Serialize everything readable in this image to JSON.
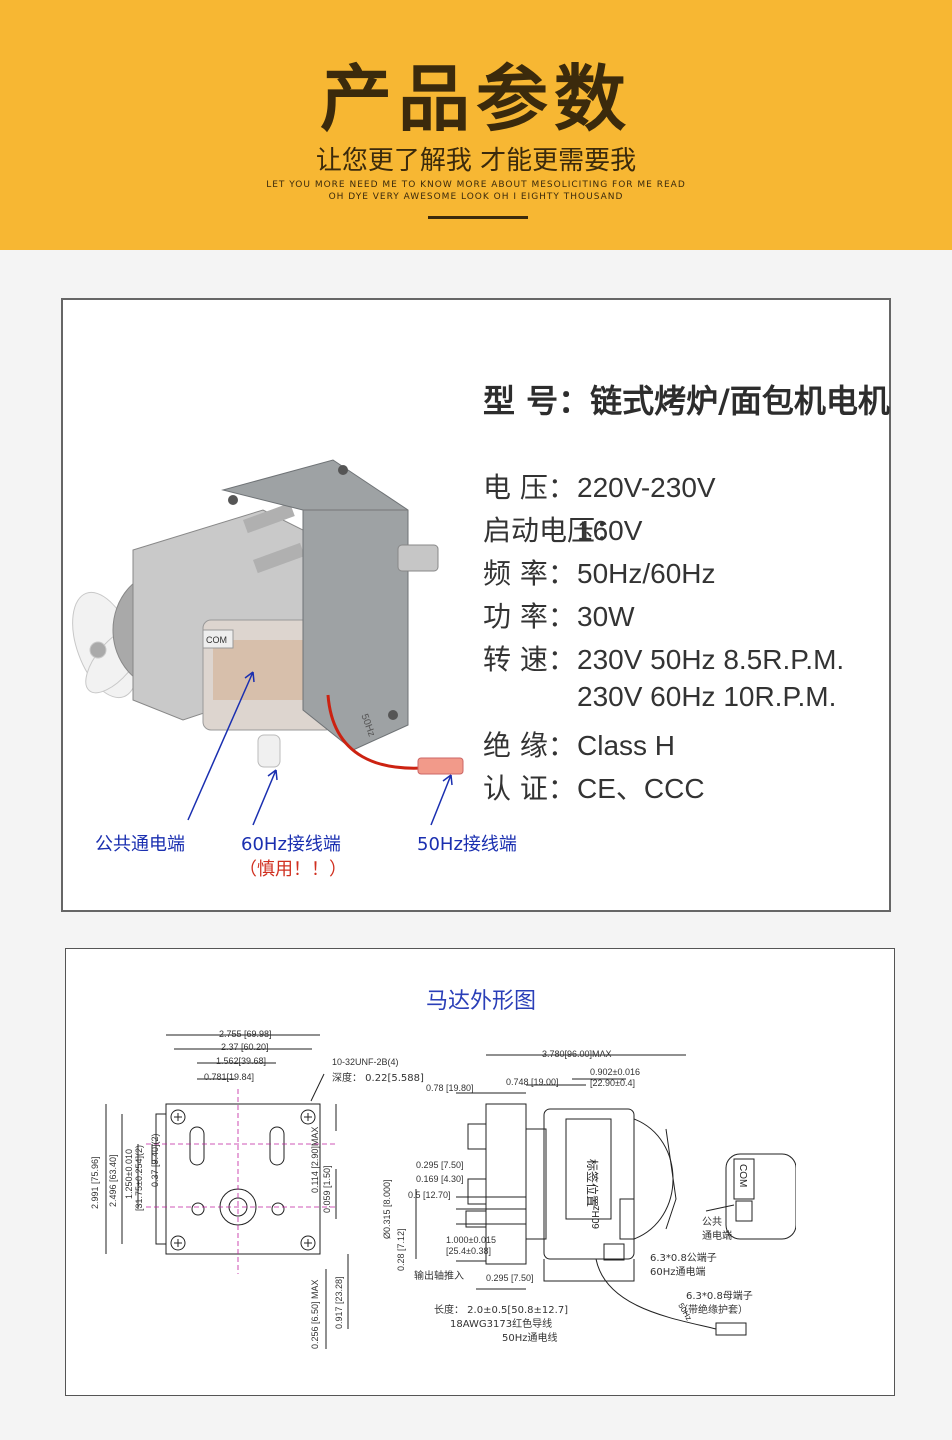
{
  "banner": {
    "title": "产品参数",
    "subtitle": "让您更了解我 才能更需要我",
    "en_line1": "LET YOU MORE NEED ME TO KNOW MORE ABOUT MESOLICITING FOR ME READ",
    "en_line2": "OH DYE VERY AWESOME LOOK OH I EIGHTY THOUSAND"
  },
  "product": {
    "model": "型 号：链式烤炉/面包机电机",
    "specs": [
      {
        "key": "电 压：",
        "value": "220V-230V"
      },
      {
        "key": "启动电压：",
        "value": "160V"
      },
      {
        "key": "频 率：",
        "value": "50Hz/60Hz"
      },
      {
        "key": "功 率：",
        "value": "30W"
      },
      {
        "key": "转 速：",
        "value": "230V 50Hz 8.5R.P.M."
      },
      {
        "key": "",
        "value": "230V 60Hz 10R.P.M."
      },
      {
        "key": "绝 缘：",
        "value": "Class H"
      },
      {
        "key": "认 证：",
        "value": "CE、CCC"
      }
    ],
    "labels": {
      "com_label": "COM",
      "hz_label": "50Hz",
      "common": "公共通电端",
      "hz60": "60Hz接线端",
      "caution": "（慎用！！）",
      "hz50": "50Hz接线端"
    }
  },
  "diagram": {
    "title": "马达外形图",
    "dims": {
      "d1": "2.755 [69.98]",
      "d2": "2.37 [60.20]",
      "d3": "1.562[39.68]",
      "d4": "0.781[19.84]",
      "thread": "10-32UNF-2B(4)",
      "depth": "深度：  0.22[5.588]",
      "v1": "2.991 [75.96]",
      "v2": "2.496 [63.40]",
      "v3": "1.250±0.010",
      "v3b": "[31.75±0.254](2)",
      "v4": "0.37 [9.40](2)",
      "v5": "0.114 [2.90]MAX",
      "v6": "0.059 [1.50]",
      "v7": "0.256 [6.50] MAX",
      "v8": "0.917 [23.28]",
      "s1": "3.780[96.00]MAX",
      "s2": "0.902±0.016",
      "s2b": "[22.90±0.4]",
      "s3": "0.748 [19.00]",
      "s4": "0.78 [19.80]",
      "s5": "0.295 [7.50]",
      "s6": "0.169 [4.30]",
      "s7": "0.5 [12.70]",
      "s8": "Ø0.315 [8.000]",
      "s9": "1.000±0.015",
      "s9b": "[25.4±0.38]",
      "s10": "0.28 [7.12]",
      "s11": "输出轴推入",
      "s12": "0.295 [7.50]",
      "sticker": "标签位置",
      "hz60": "60Hz",
      "t1": "6.3*0.8公端子",
      "t1b": "60Hz通电端",
      "t2": "6.3*0.8母端子",
      "t2b": "（带绝缘护套）",
      "w1": "长度：  2.0±0.5[50.8±12.7]",
      "w2": "18AWG3173红色导线",
      "w3": "50Hz通电线",
      "wire_tag": "50Hz",
      "com1": "公共",
      "com2": "通电端",
      "com_tag": "COM"
    }
  }
}
